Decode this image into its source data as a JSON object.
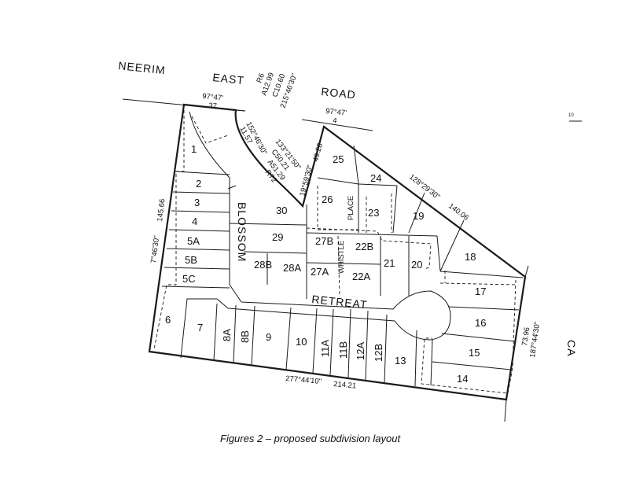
{
  "roads": {
    "neerim": "NEERIM",
    "east": "EAST",
    "road": "ROAD",
    "blossom": "BLOSSOM",
    "retreat": "RETREAT",
    "whistle": "WHISTLE",
    "place": "PLACE"
  },
  "lots": [
    "1",
    "2",
    "3",
    "4",
    "5A",
    "5B",
    "5C",
    "6",
    "7",
    "8A",
    "8B",
    "9",
    "10",
    "11A",
    "11B",
    "12A",
    "12B",
    "13",
    "14",
    "15",
    "16",
    "17",
    "18",
    "19",
    "20",
    "21",
    "22A",
    "22B",
    "23",
    "24",
    "25",
    "26",
    "27A",
    "27B",
    "28A",
    "28B",
    "29",
    "30"
  ],
  "dimensions": {
    "top_left_bearing": "97°47'",
    "top_left_length": "37",
    "top_right_bearing": "97°47'",
    "top_right_length": "4",
    "arc_r": "R6",
    "arc_a": "A12.99",
    "arc_c": "C10.60",
    "arc_bearing": "215°46'30\"",
    "chord_bearing": "152°46'30\"",
    "chord_length": "11.57",
    "curve_bearing": "133°21'50\"",
    "curve_c": "C50.21",
    "curve_a": "A51.29",
    "curve_r": "R72",
    "side_bearing": "19°59'30\"",
    "side_length": "49.28",
    "ne_bearing": "128°29'30\"",
    "ne_length": "140.06",
    "west_bearing": "7°46'30\"",
    "west_length": "145.66",
    "south_bearing": "277°44'10\"",
    "south_length": "214.21",
    "east_bearing": "187°44'30\"",
    "east_length": "73.96"
  },
  "margin_marks": {
    "scale": "10",
    "right_letters": "CA"
  },
  "caption": "Figures 2 – proposed subdivision layout"
}
